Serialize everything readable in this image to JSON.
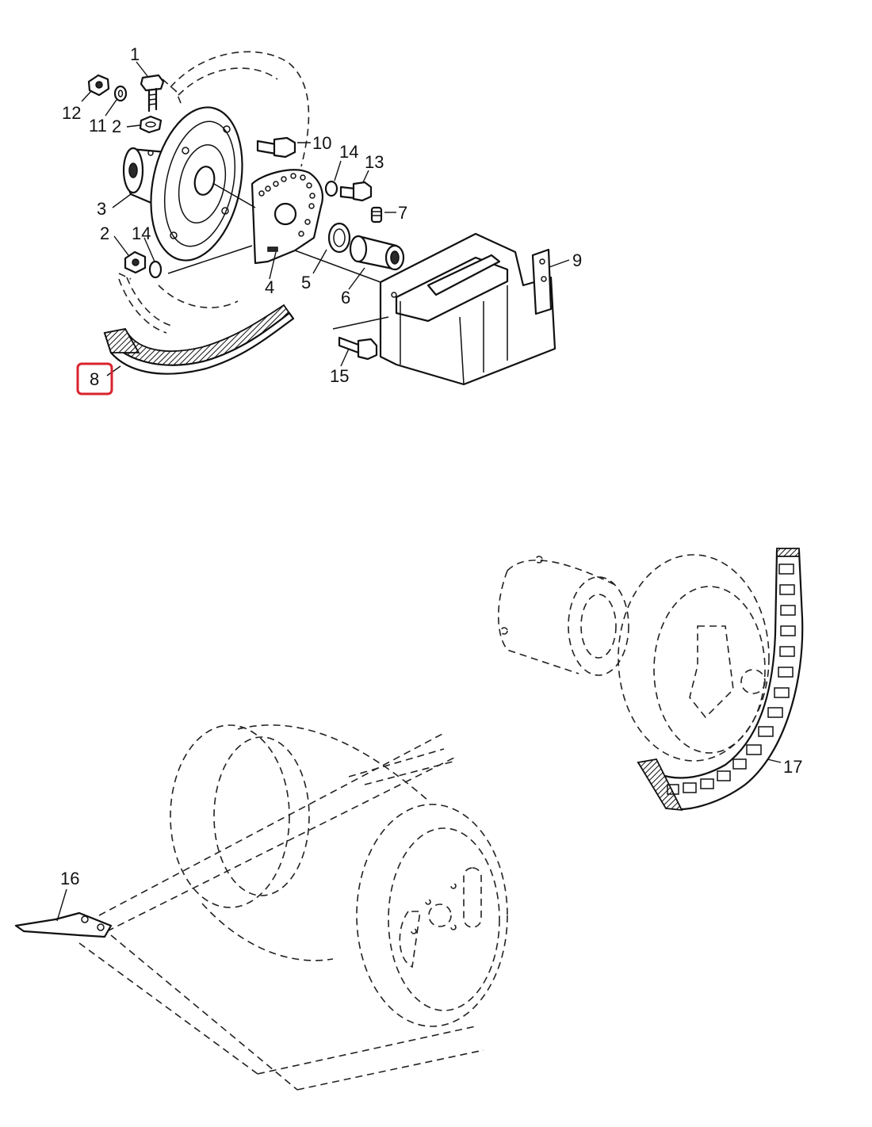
{
  "callouts": {
    "n1": "1",
    "n2a": "2",
    "n2b": "2",
    "n3": "3",
    "n4": "4",
    "n5": "5",
    "n6": "6",
    "n7": "7",
    "n8": "8",
    "n9": "9",
    "n10": "10",
    "n11": "11",
    "n12": "12",
    "n13": "13",
    "n14a": "14",
    "n14b": "14",
    "n15": "15",
    "n16": "16",
    "n17": "17"
  },
  "highlight": {
    "callout": "8",
    "color": "#d9232d"
  }
}
